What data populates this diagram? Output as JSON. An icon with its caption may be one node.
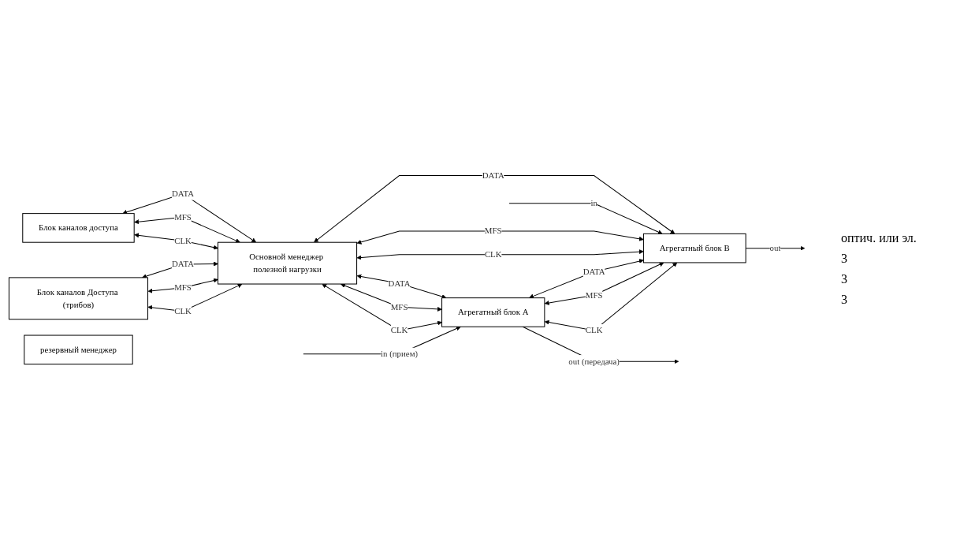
{
  "diagram": {
    "nodes": [
      {
        "text": [
          "Блок каналов Доступа (трибов)"
        ]
      },
      {
        "text": [
          "Блок каналов доступа"
        ]
      },
      {
        "text": [
          "резервный менеджер"
        ]
      },
      {
        "text": [
          "Основной менеджер полезной нагрузки"
        ]
      },
      {
        "text": [
          "Агрегатный блок A"
        ]
      },
      {
        "text": [
          "Агрегатный блок B"
        ]
      }
    ],
    "edges": [
      {
        "from": 0,
        "to": 3,
        "arrow": "both",
        "label": "CLK"
      },
      {
        "from": 0,
        "to": 3,
        "arrow": "both",
        "label": "MFS"
      },
      {
        "from": 0,
        "to": 3,
        "arrow": "both",
        "label": "DATA"
      },
      {
        "from": 3,
        "to": 4,
        "arrow": "both",
        "label": "CLK"
      },
      {
        "from": 3,
        "to": 4,
        "arrow": "both",
        "label": "MFS"
      },
      {
        "from": 3,
        "to": 4,
        "arrow": "both",
        "label": "DATA"
      },
      {
        "from": 4,
        "to": null,
        "arrow": "to",
        "label": "out (передача)"
      },
      {
        "from": null,
        "to": 4,
        "arrow": "to",
        "label": "in (прием)"
      },
      {
        "from": 4,
        "to": 5,
        "arrow": "both",
        "label": "CLK"
      },
      {
        "from": 4,
        "to": 5,
        "arrow": "both",
        "label": "MFS"
      },
      {
        "from": 4,
        "to": 5,
        "arrow": "both",
        "label": "DATA"
      },
      {
        "from": 1,
        "to": 3,
        "arrow": "both",
        "label": "CLK"
      },
      {
        "from": 1,
        "to": 3,
        "arrow": "both",
        "label": "MFS"
      },
      {
        "from": 1,
        "to": 3,
        "arrow": "both",
        "label": "DATA"
      },
      {
        "from": 3,
        "to": 5,
        "arrow": "both",
        "label": "CLK"
      },
      {
        "from": 3,
        "to": 5,
        "arrow": "both",
        "label": "MFS"
      },
      {
        "from": 3,
        "to": 5,
        "arrow": "both",
        "label": "DATA"
      },
      {
        "from": 5,
        "to": null,
        "arrow": "to",
        "label": "out"
      },
      {
        "from": null,
        "to": 5,
        "arrow": "to",
        "label": "in"
      }
    ],
    "labels": [
      "оптич. или эл.",
      "3",
      "3",
      "3"
    ]
  }
}
